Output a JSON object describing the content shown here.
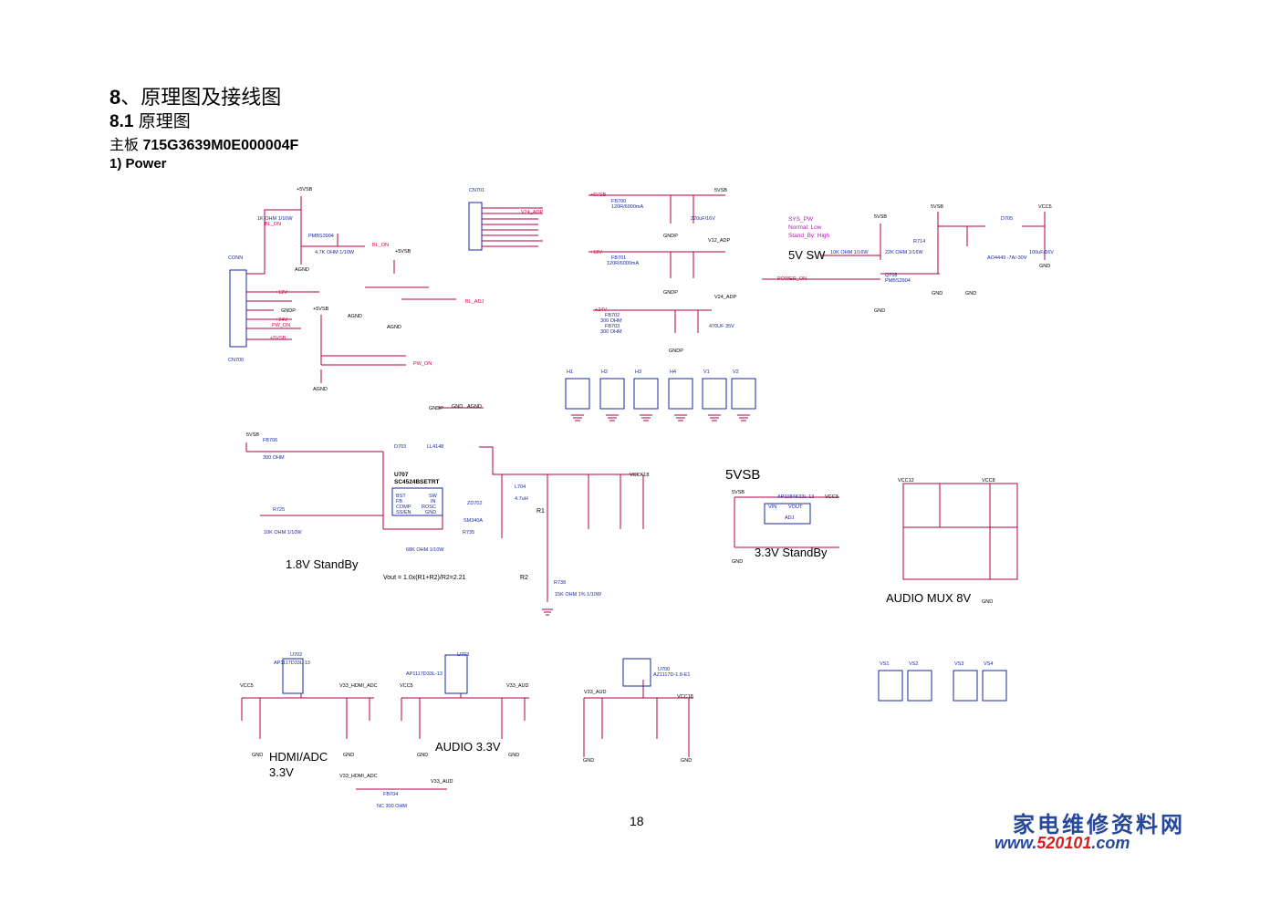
{
  "heading": {
    "chapter_num": "8",
    "chapter_title": "、原理图及接线图",
    "section_num": "8.1",
    "section_title": "原理图",
    "board_prefix": "主板",
    "board_id": "715G3639M0E000004F",
    "subsection": "1) Power"
  },
  "page_number": "18",
  "watermark": {
    "cn": "家电维修资料网",
    "url_prefix": "www.",
    "url_num": "520101",
    "url_suffix": ".com"
  },
  "blocks": {
    "standby18": "1.8V StandBy",
    "sw5v": "5V SW",
    "vsb5": "5VSB",
    "standby33": "3.3V StandBy",
    "audio_mux": "AUDIO MUX 8V",
    "hdmi_adc": "HDMI/ADC",
    "hdmi_adc_v": "3.3V",
    "audio33": "AUDIO 3.3V"
  },
  "formula": "Vout = 1.0x(R1+R2)/R2=2.21",
  "nets": {
    "v5sb": "+5VSB",
    "n5vsb": "5VSB",
    "v12": "+12V",
    "v24": "+24V",
    "v12adp": "V12_ADP",
    "v24adp": "V24_ADP",
    "vcc5": "VCC5",
    "vcc12": "VCC12",
    "vcc8": "VCC8",
    "vcc3": "VCC3",
    "vcck18": "VCCK18",
    "vcc18": "VCC18",
    "v33hdmi": "V33_HDMI_ADC",
    "v33aud": "V33_AUD",
    "gnd": "GND",
    "agnd": "AGND",
    "gndp": "GNDP",
    "bl_on": "BL_ON",
    "bl_adj": "BL_ADJ",
    "pw_on": "PW_ON",
    "power_on": "POWER_ON",
    "sys_pw": "SYS_PW",
    "normal": "Normal: Low",
    "standby": "Stand_By: High"
  },
  "parts": {
    "conn": "CONN",
    "cn700": "CN700",
    "cn701": "CN701",
    "u707": "U707",
    "u707_part": "SC4524BSETRT",
    "u705_part": "AP1084K33L-13",
    "u702": "U702",
    "u702_part": "AP1117D33L-13",
    "u703": "U703",
    "u703_part": "AP1117D33L-13",
    "u700": "U700",
    "u700_part": "AZ1117D-1.8-E1",
    "d705": "D705",
    "d705_part": "AO4449 -7A/-30V",
    "fb700": "FB700",
    "fb700_v": "120R/6000mA",
    "fb701": "FB701",
    "fb701_v": "120R/6000mA",
    "fb702": "FB702",
    "fb703": "FB703",
    "fb_300": "300 OHM",
    "fb704": "FB704",
    "fb704_v": "NC 300 OHM",
    "fb706": "FB706",
    "q708": "Q708",
    "q_pmbs": "PMBS3904",
    "r714": "R714",
    "r714_v": "22K OHM 1/16W",
    "r716_v": "10K OHM 1/16W",
    "r700_v": "1K OHM 1/10W",
    "r703_v": "4.7K OHM 1/10W",
    "r725": "R725",
    "r725_v": "10K OHM 1/10W",
    "r735": "R735",
    "r735_v": "68K OHM 1/10W",
    "r738": "R738",
    "r738_v": "15K OHM 1% 1/10W",
    "l704": "L704",
    "l704_v": "4.7uH",
    "d703": "D703",
    "d703_v": "LL4148",
    "zd702": "ZD702",
    "zd702_v": "SM340A",
    "c712_v": "100uF/16V",
    "c710_v": "470UF 35V",
    "c702_v": "220uF/16V",
    "pin_bst": "BST",
    "pin_fb": "FB",
    "pin_comp": "COMP",
    "pin_ssen": "SS/EN",
    "pin_sw": "SW",
    "pin_in": "IN",
    "pin_rosc": "ROSC",
    "pin_gnd": "GND",
    "pin_vin": "VIN",
    "pin_vout": "VOUT",
    "pin_adj": "ADJ",
    "r1_tag": "R1",
    "r2_tag": "R2"
  },
  "jumpers": {
    "labels": [
      "H1",
      "H2",
      "H3",
      "H4",
      "V1",
      "V2"
    ],
    "labels2": [
      "VS1",
      "VS2",
      "VS3",
      "VS4"
    ],
    "type": "JGK"
  },
  "colors": {
    "wire": "#b2004a",
    "part": "#1a2aa0",
    "net": "#d8004c",
    "sys": "#b21ab2",
    "text": "#000000"
  }
}
